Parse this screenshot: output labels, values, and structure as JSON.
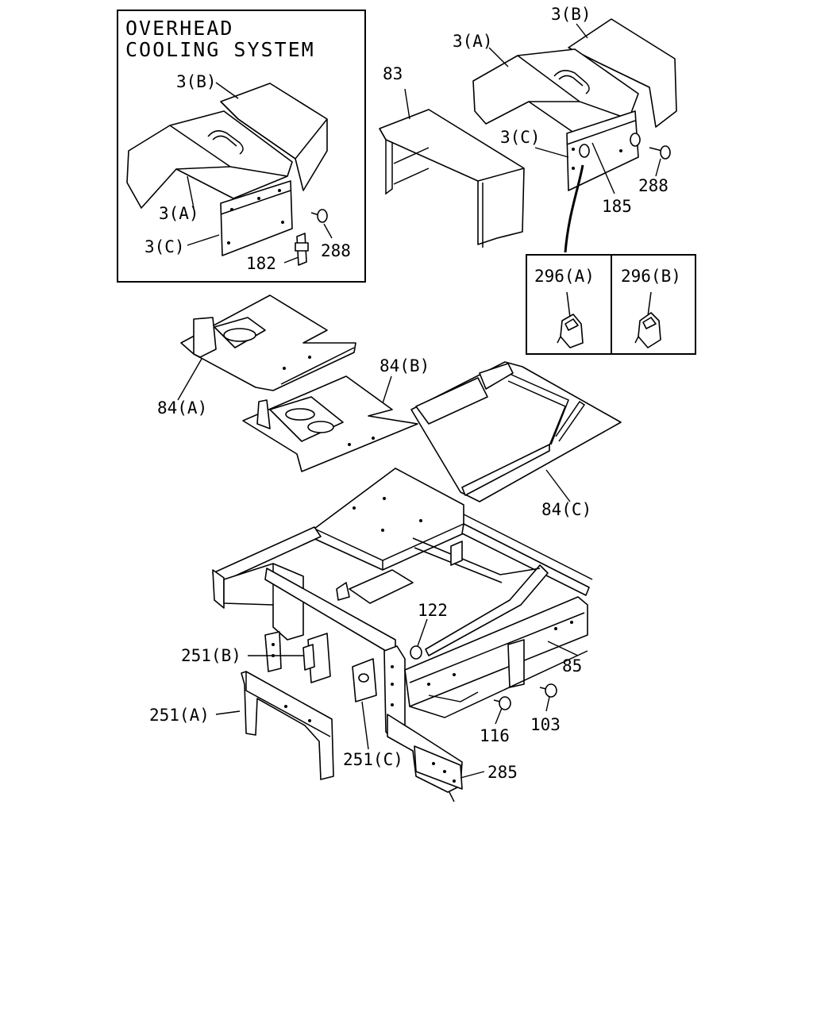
{
  "inset": {
    "title_line1": "OVERHEAD",
    "title_line2": "COOLING SYSTEM",
    "labels": {
      "cover_b": "3(B)",
      "cover_a": "3(A)",
      "cover_c": "3(C)",
      "clip": "182",
      "bolt": "288"
    }
  },
  "top_right": {
    "labels": {
      "cover_b": "3(B)",
      "cover_a": "3(A)",
      "cover_c": "3(C)",
      "panel": "83",
      "bolt": "288",
      "fastener": "185"
    }
  },
  "clip_box": {
    "left_label": "296(A)",
    "right_label": "296(B)"
  },
  "floor": {
    "labels": {
      "plate_a": "84(A)",
      "plate_b": "84(B)",
      "plate_c": "84(C)"
    }
  },
  "frame": {
    "labels": {
      "nut": "122",
      "rail": "85",
      "bracket_b": "251(B)",
      "bracket_a": "251(A)",
      "bracket_c": "251(C)",
      "bolt_116": "116",
      "bolt_103": "103",
      "plate_285": "285"
    }
  }
}
